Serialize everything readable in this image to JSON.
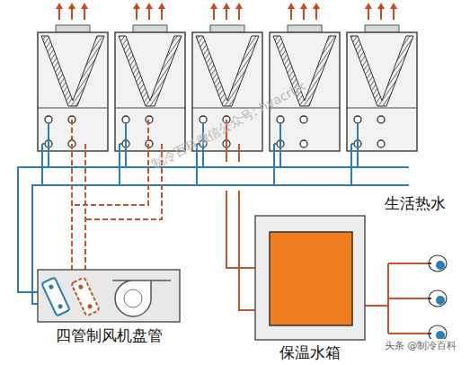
{
  "diagram": {
    "nodes": [
      {
        "text": [
          "四管制风机盘管"
        ]
      },
      {
        "text": [
          "保温水箱"
        ]
      }
    ],
    "labels": [
      "生活热水",
      "制冷百科微信公众号: hvacrbk",
      "头条 @制冷百科"
    ]
  }
}
